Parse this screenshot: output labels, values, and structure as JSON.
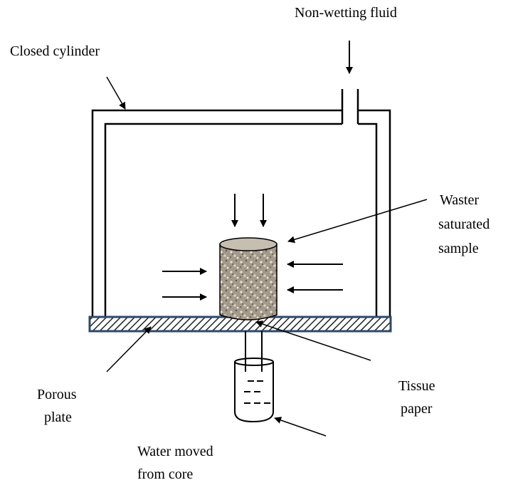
{
  "labels": {
    "non_wetting_fluid": "Non-wetting fluid",
    "closed_cylinder": "Closed cylinder",
    "sample_line1": "Waster",
    "sample_line2": "saturated",
    "sample_line3": "sample",
    "porous_line1": "Porous",
    "porous_line2": "plate",
    "tissue_line1": "Tissue",
    "tissue_line2": "paper",
    "water_line1": "Water moved",
    "water_line2": "from core"
  },
  "colors": {
    "plate_fill": "#6b7f8f",
    "plate_border": "#2e4a6b",
    "sample_fill": "#a49a8c",
    "water": "#000000"
  }
}
